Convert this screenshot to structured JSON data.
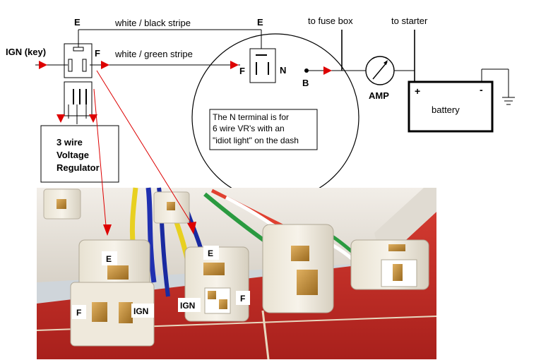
{
  "diagram": {
    "labels": {
      "e_top_left": "E",
      "e_top_right": "E",
      "ign_key": "IGN (key)",
      "f_relay": "F",
      "wire_black": "white / black stripe",
      "wire_green": "white / green stripe",
      "to_fuse_box": "to fuse box",
      "to_starter": "to starter",
      "f_alt": "F",
      "n_alt": "N",
      "b_alt": "B",
      "amp": "AMP",
      "plus": "+",
      "minus": "-",
      "battery": "battery"
    },
    "note": {
      "line1": "The N terminal is for",
      "line2": "6 wire VR's with an",
      "line3": "\"idiot light\" on the dash"
    },
    "regulator": {
      "line1": "3 wire",
      "line2": "Voltage",
      "line3": "Regulator"
    }
  },
  "photo": {
    "labels": {
      "e1": "E",
      "f1": "F",
      "ign1": "IGN",
      "e2": "E",
      "ign2": "IGN",
      "f2": "F"
    }
  },
  "colors": {
    "arrow": "#dd0000",
    "wire": "#000000",
    "box_bg": "#ececec",
    "red_box": "#c8322a"
  }
}
